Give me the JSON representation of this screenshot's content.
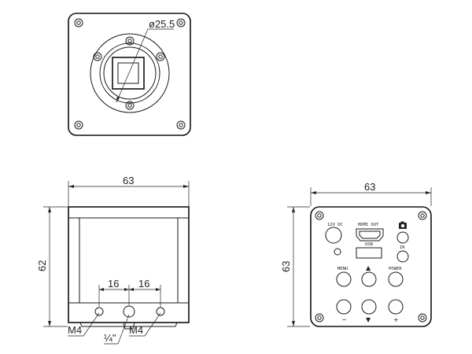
{
  "front_view": {
    "diameter_label": "ø25.5"
  },
  "side_view": {
    "width_label": "63",
    "height_label": "62",
    "spacing_left_label": "16",
    "spacing_right_label": "16",
    "thread_left_label": "M4",
    "thread_center_label": "¼\"",
    "thread_right_label": "M4"
  },
  "rear_view": {
    "width_label": "63",
    "height_label": "63",
    "power_in_label": "12V DC",
    "hdmi_label": "HDMI OUT",
    "usb_label": "USB",
    "ir_label": "IR",
    "menu_label": "MENU",
    "power_label": "POWER",
    "up_symbol": "▲",
    "down_symbol": "▼",
    "minus_symbol": "−",
    "plus_symbol": "+"
  }
}
